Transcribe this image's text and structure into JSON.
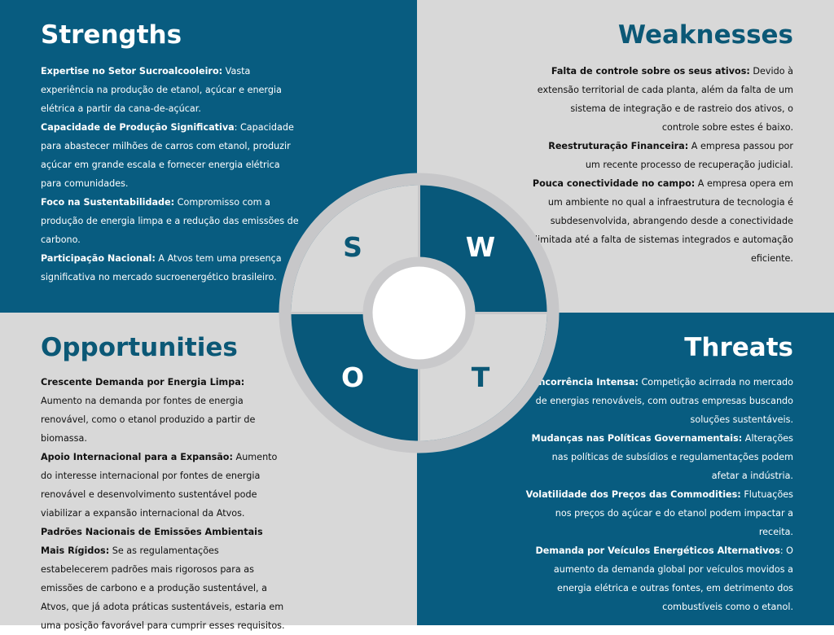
{
  "colors": {
    "dark_blue": "#085C80",
    "light_gray": "#D8D8D8",
    "ring_gray": "#C7C7C9",
    "inner_ring": "#D4D4D4",
    "title_blue": "#0B5876"
  },
  "swot_letters": {
    "s": "S",
    "w": "W",
    "o": "O",
    "t": "T"
  },
  "strengths": {
    "title": "Strengths",
    "items": [
      {
        "heading": "Expertise no Setor Sucroalcooleiro:",
        "text": " Vasta experiência na produção de etanol, açúcar e energia elétrica a partir da cana-de-açúcar."
      },
      {
        "heading": "Capacidade de Produção Significativa",
        "text": ": Capacidade para abastecer milhões de carros com etanol, produzir açúcar em grande escala e fornecer energia elétrica para comunidades."
      },
      {
        "heading": "Foco na Sustentabilidade:",
        "text": " Compromisso com a produção de energia limpa e a redução das emissões de carbono."
      },
      {
        "heading": "Participação Nacional:",
        "text": " A Atvos tem uma presença significativa no mercado sucroenergético brasileiro."
      }
    ]
  },
  "weaknesses": {
    "title": "Weaknesses",
    "items": [
      {
        "heading": "Falta de controle sobre os seus ativos:",
        "text": " Devido à extensão territorial de cada planta, além da falta de um sistema de integração e de rastreio dos ativos, o controle sobre estes é baixo."
      },
      {
        "heading": "Reestruturação Financeira:",
        "text": " A empresa passou por um recente processo de recuperação judicial."
      },
      {
        "heading": "Pouca conectividade no campo:",
        "text": " A empresa opera em um ambiente no qual a infraestrutura de tecnologia é subdesenvolvida, abrangendo desde a conectividade limitada até a falta de sistemas integrados e automação eficiente."
      }
    ]
  },
  "opportunities": {
    "title": "Opportunities",
    "items": [
      {
        "heading": "Crescente Demanda por Energia Limpa:",
        "text": " Aumento na demanda por fontes de energia renovável, como o etanol produzido a partir de biomassa."
      },
      {
        "heading": "Apoio Internacional para a Expansão:",
        "text": " Aumento do interesse internacional por fontes de energia renovável e desenvolvimento sustentável pode viabilizar a expansão internacional da Atvos."
      },
      {
        "heading": "Padrões Nacionais de Emissões Ambientais Mais Rígidos:",
        "text": " Se as regulamentações estabelecerem padrões mais rigorosos para as emissões de carbono e a produção sustentável, a Atvos, que já adota práticas sustentáveis, estaria em uma posição favorável para cumprir esses requisitos."
      }
    ]
  },
  "threats": {
    "title": "Threats",
    "items": [
      {
        "heading": "Concorrência Intensa:",
        "text": " Competição acirrada no mercado de energias renováveis, com outras empresas buscando soluções sustentáveis."
      },
      {
        "heading": "Mudanças nas Políticas Governamentais:",
        "text": " Alterações nas políticas de subsídios e regulamentações podem afetar a indústria."
      },
      {
        "heading": "Volatilidade dos Preços das Commodities:",
        "text": " Flutuações nos preços do açúcar e do etanol podem impactar a receita."
      },
      {
        "heading": "Demanda por Veículos Energéticos Alternativos",
        "text": ": O aumento da demanda global por veículos movidos a energia elétrica e outras fontes, em detrimento dos combustíveis como o etanol."
      }
    ]
  }
}
